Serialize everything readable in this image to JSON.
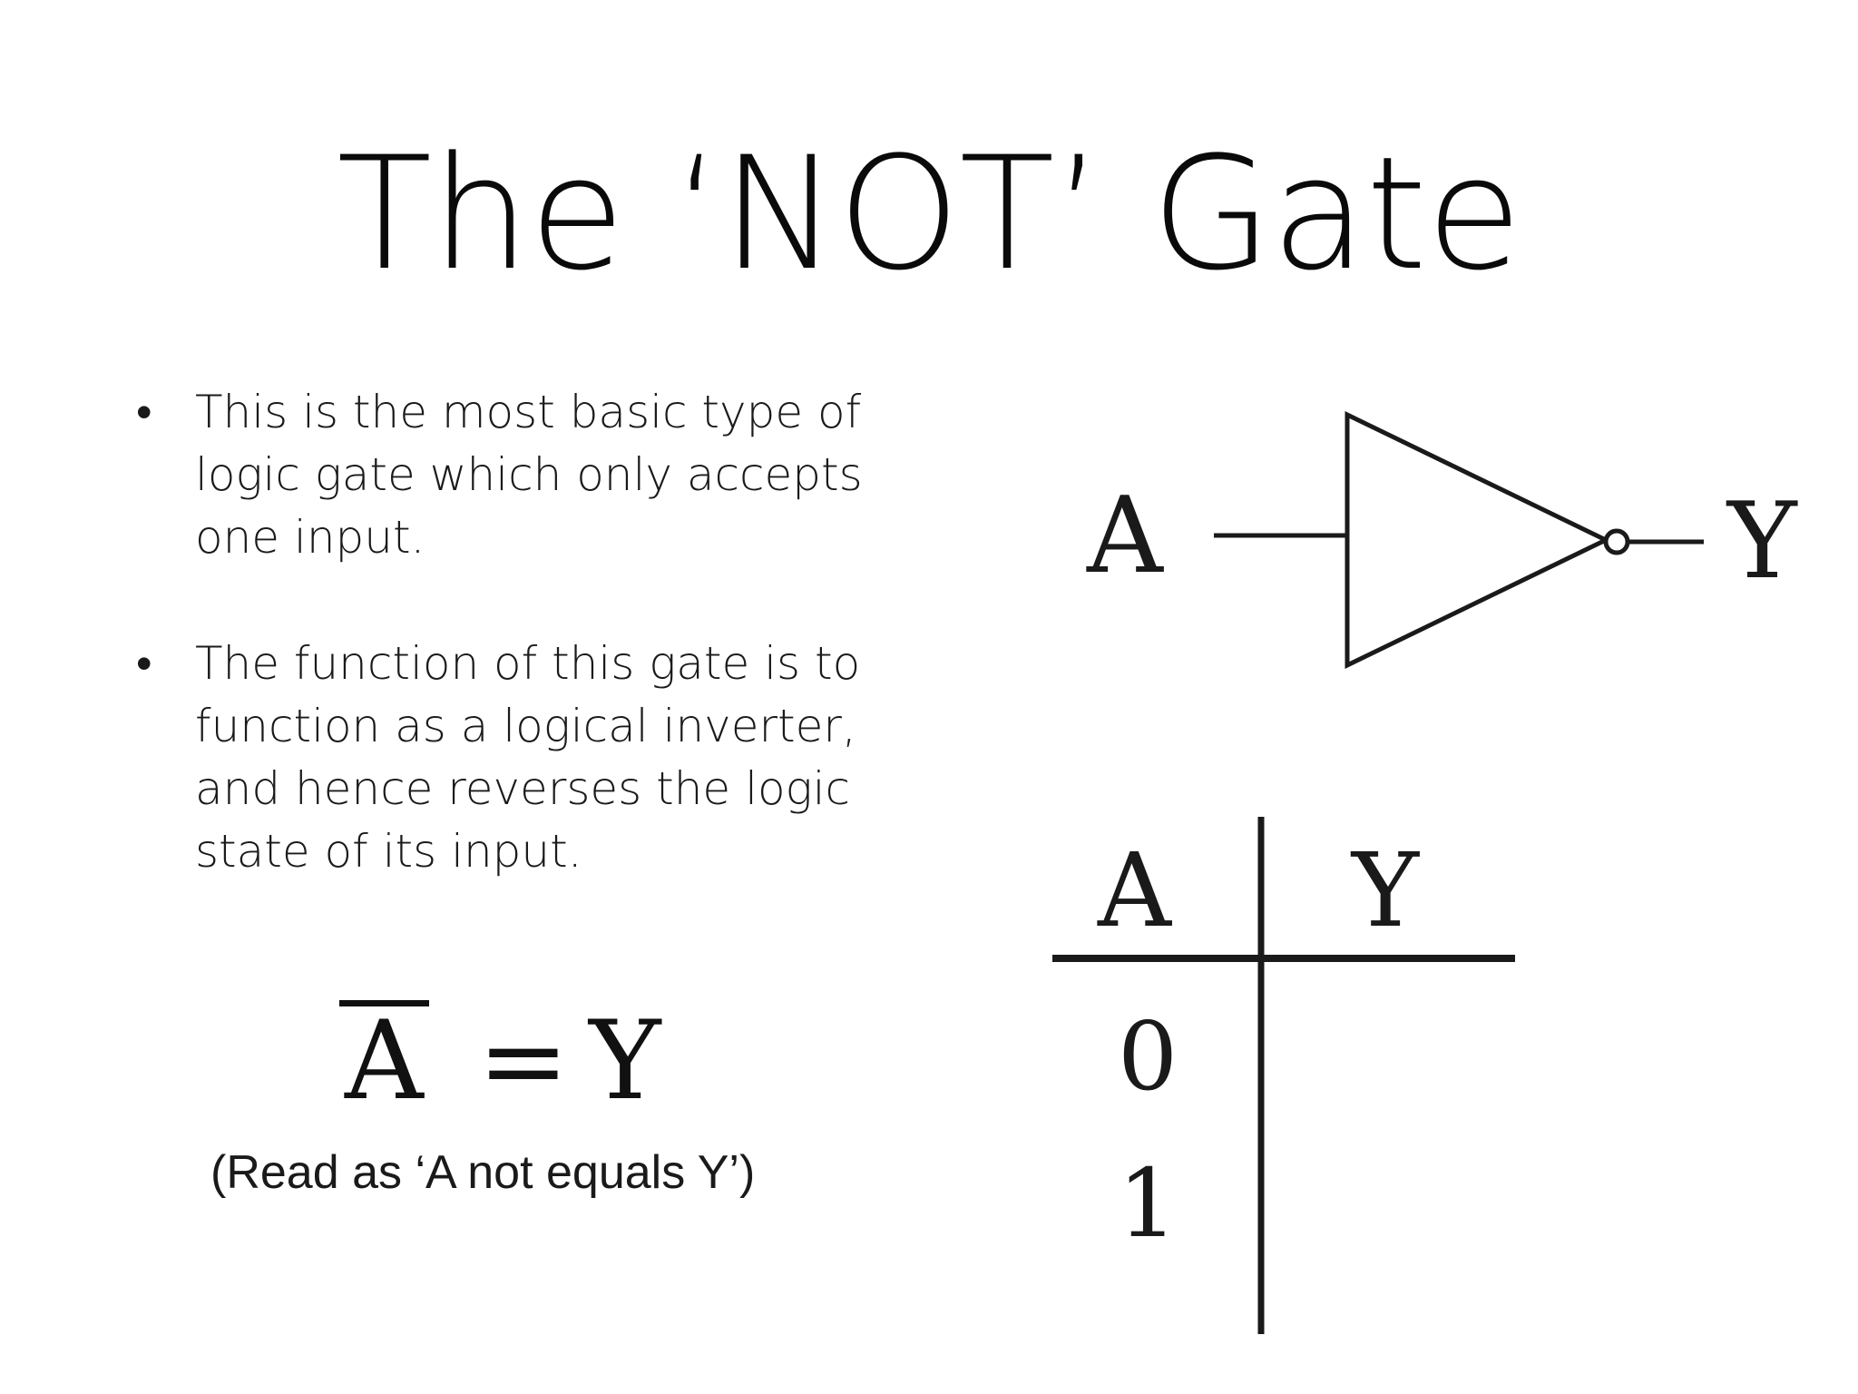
{
  "title": "The ‘NOT’ Gate",
  "bullets": [
    {
      "text": "This is the most basic type of logic gate which only accepts one input."
    },
    {
      "text": "The function of this gate is to function as a logical inverter, and hence reverses the logic state of its input."
    }
  ],
  "bullet_symbol": "•",
  "formula": {
    "operand": "A",
    "equals": "=",
    "result": "Y",
    "note": "(Read as ‘A not equals Y’)"
  },
  "gate_diagram": {
    "input_label": "A",
    "output_label": "Y"
  },
  "truth_table": {
    "headers": [
      "A",
      "Y"
    ],
    "input_values": [
      "0",
      "1"
    ]
  }
}
